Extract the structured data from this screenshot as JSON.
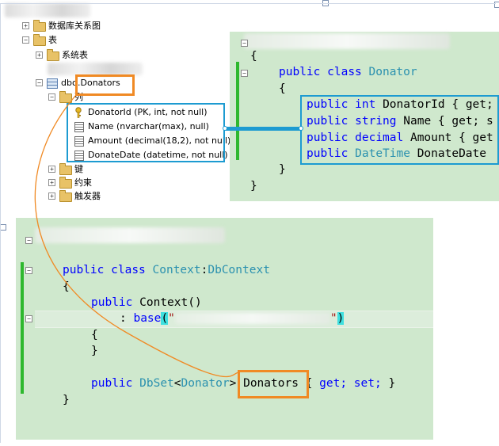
{
  "tree": {
    "diagram_label": "数据库关系图",
    "tables_label": "表",
    "system_tables_label": "系统表",
    "table_prefix": "dbo",
    "table_name": ".Donators",
    "columns_label": "列",
    "columns": [
      "DonatorId (PK, int, not null)",
      "Name (nvarchar(max), null)",
      "Amount (decimal(18,2), not null)",
      "DonateDate (datetime, not null)"
    ],
    "keys_label": "键",
    "constraints_label": "约束",
    "triggers_label": "触发器"
  },
  "donator_class": {
    "open_brace": "{",
    "kw_public": "public",
    "kw_class": "class",
    "class_name": "Donator",
    "inner_open": "{",
    "inner_close": "}",
    "outer_close": "}",
    "properties": [
      {
        "mod": "public",
        "type": "int",
        "name": "DonatorId { get;"
      },
      {
        "mod": "public",
        "type": "string",
        "name": "Name { get; s"
      },
      {
        "mod": "public",
        "type": "decimal",
        "name": "Amount { get"
      },
      {
        "mod": "public",
        "type": "DateTime",
        "name": "DonateDate"
      }
    ]
  },
  "context_class": {
    "kw_public": "public",
    "kw_class": "class",
    "class_name": "Context",
    "colon": ":",
    "base_type": "DbContext",
    "open_brace": "{",
    "ctor_public": "public",
    "ctor_name": "Context()",
    "base_colon": ": ",
    "kw_base": "base",
    "paren_open": "(",
    "quote_open": "\"",
    "quote_close": "\"",
    "paren_close": ")",
    "ctor_open": "{",
    "ctor_close": "}",
    "dbset_public": "public",
    "dbset_type": "DbSet",
    "lt": "<",
    "generic_arg": "Donator",
    "gt": ">",
    "prop_name": "Donators",
    "accessors_open": "{",
    "kw_get": "get;",
    "kw_set": "set;",
    "accessors_close": "}",
    "close_brace": "}"
  },
  "colors": {
    "keyword": "#0000ff",
    "type": "#2b91af",
    "highlight_orange": "#f08a24",
    "highlight_blue": "#1d9bd1",
    "editor_bg": "#cfe8cd"
  }
}
